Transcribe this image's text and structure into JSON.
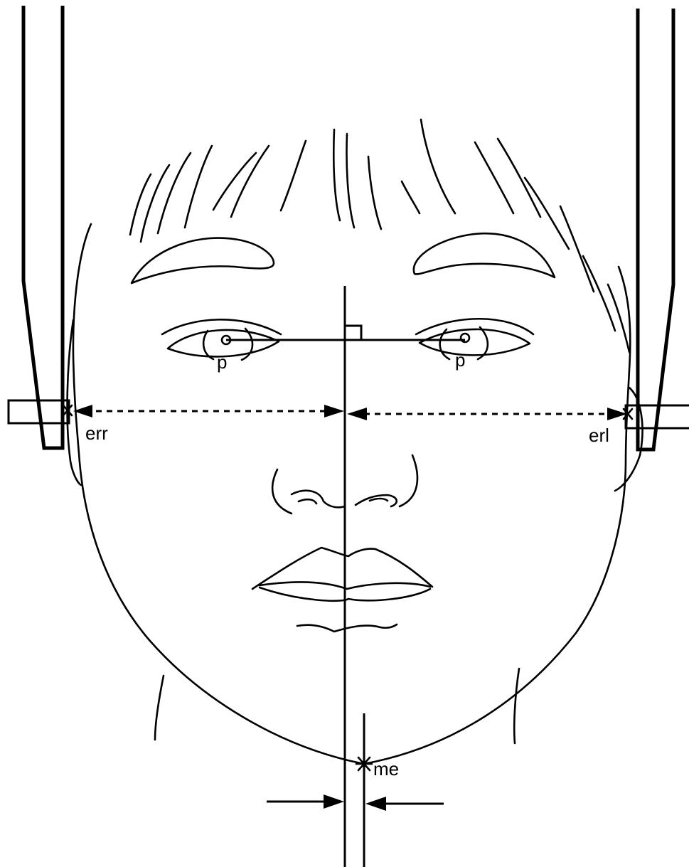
{
  "labels": {
    "pupil_right": "p",
    "pupil_left": "p",
    "ear_rod_right": "err",
    "ear_rod_left": "erl",
    "menton": "me"
  },
  "colors": {
    "line": "#000000",
    "background": "#ffffff"
  }
}
